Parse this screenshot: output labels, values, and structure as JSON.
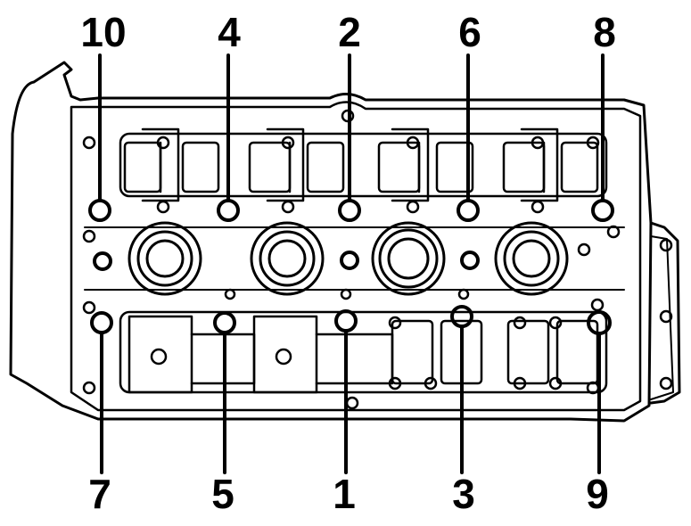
{
  "diagram": {
    "type": "cylinder-head-bolt-sequence",
    "top_labels": [
      "10",
      "4",
      "2",
      "6",
      "8"
    ],
    "bottom_labels": [
      "7",
      "5",
      "1",
      "3",
      "9"
    ],
    "line_color": "#000000",
    "background": "#ffffff"
  }
}
